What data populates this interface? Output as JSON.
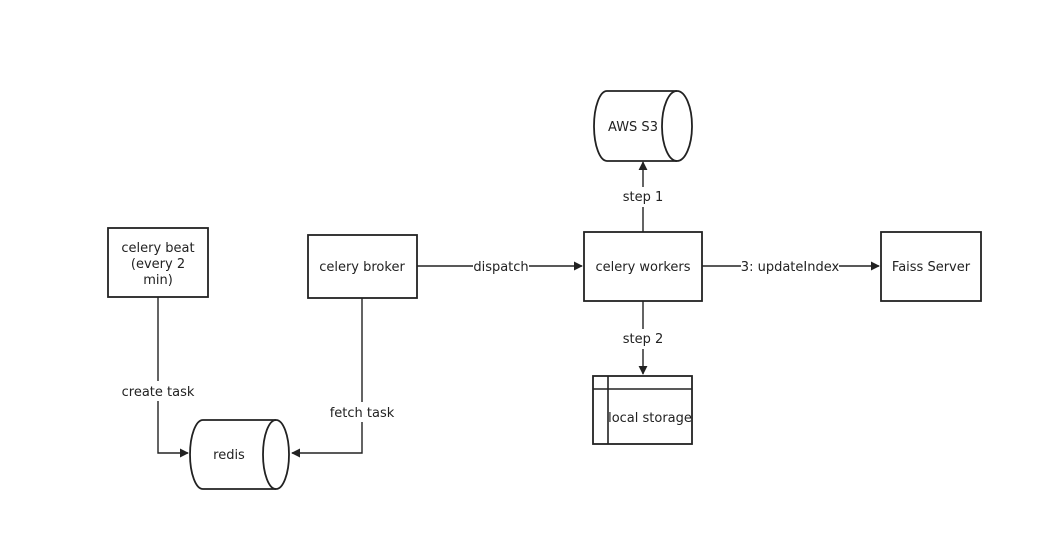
{
  "nodes": {
    "celery_beat": {
      "lines": [
        "celery beat",
        "(every 2",
        "min)"
      ]
    },
    "celery_broker": {
      "label": "celery broker"
    },
    "celery_workers": {
      "label": "celery workers"
    },
    "faiss_server": {
      "label": "Faiss Server"
    },
    "aws_s3": {
      "label": "AWS S3"
    },
    "local_storage": {
      "label": "local storage"
    },
    "redis": {
      "label": "redis"
    }
  },
  "edges": {
    "create_task": "create task",
    "fetch_task": "fetch task",
    "dispatch": "dispatch",
    "update_index": "3: updateIndex",
    "step1": "step 1",
    "step2": "step 2"
  }
}
